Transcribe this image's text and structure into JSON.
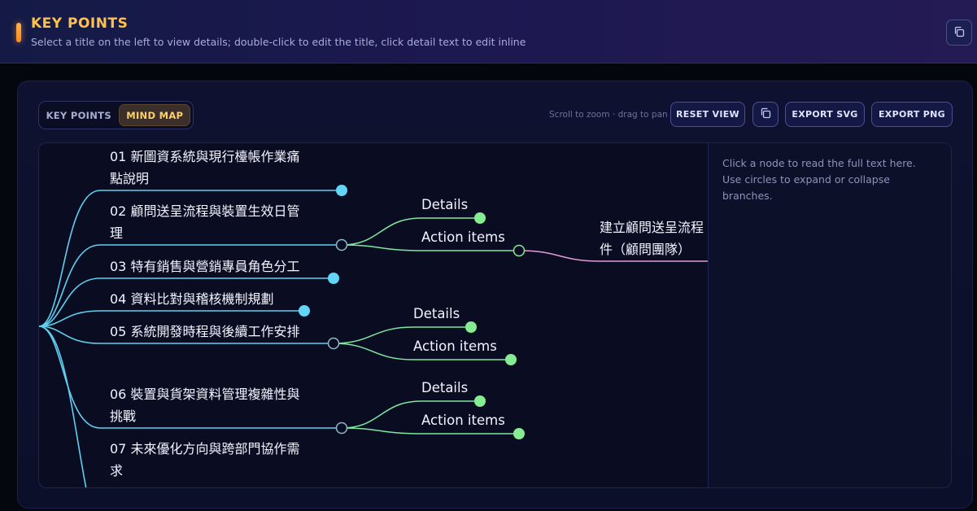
{
  "header": {
    "title": "KEY POINTS",
    "subtitle": "Select a title on the left to view details; double-click to edit the title, click detail text to edit inline",
    "copy_icon": "copy-icon"
  },
  "toolbar": {
    "tabs": [
      {
        "label": "KEY POINTS",
        "active": false
      },
      {
        "label": "MIND MAP",
        "active": true
      }
    ],
    "hint": "Scroll to zoom · drag to pan",
    "reset_label": "RESET VIEW",
    "copy_icon": "copy-icon",
    "export_svg_label": "EXPORT SVG",
    "export_png_label": "EXPORT PNG"
  },
  "mindmap": {
    "nodes": [
      {
        "line1": "01 新圖資系統與現行檯帳作業痛",
        "line2": "點說明"
      },
      {
        "line1": "02 顧問送呈流程與裝置生效日管",
        "line2": "理",
        "children": [
          "Details",
          "Action items"
        ]
      },
      {
        "line1": "03 特有銷售與營銷專員角色分工"
      },
      {
        "line1": "04 資料比對與稽核機制規劃"
      },
      {
        "line1": "05 系統開發時程與後續工作安排",
        "children": [
          "Details",
          "Action items"
        ]
      },
      {
        "line1": "06 裝置與貨架資料管理複雜性與",
        "line2": "挑戰",
        "children": [
          "Details",
          "Action items"
        ]
      },
      {
        "line1": "07 未來優化方向與跨部門協作需",
        "line2": "求"
      }
    ],
    "leaf": {
      "line1": "建立顧問送呈流程",
      "line2": "件（顧問團隊）"
    },
    "colors": {
      "main_branch": "#5fd0ef",
      "sub_branch": "#7ee7a0",
      "leaf_branch": "#e39ad6",
      "node_dot": "#62d6f6",
      "sub_dot": "#86ec93"
    }
  },
  "detail": {
    "text": "Click a node to read the full text here. Use circles to expand or collapse branches."
  }
}
